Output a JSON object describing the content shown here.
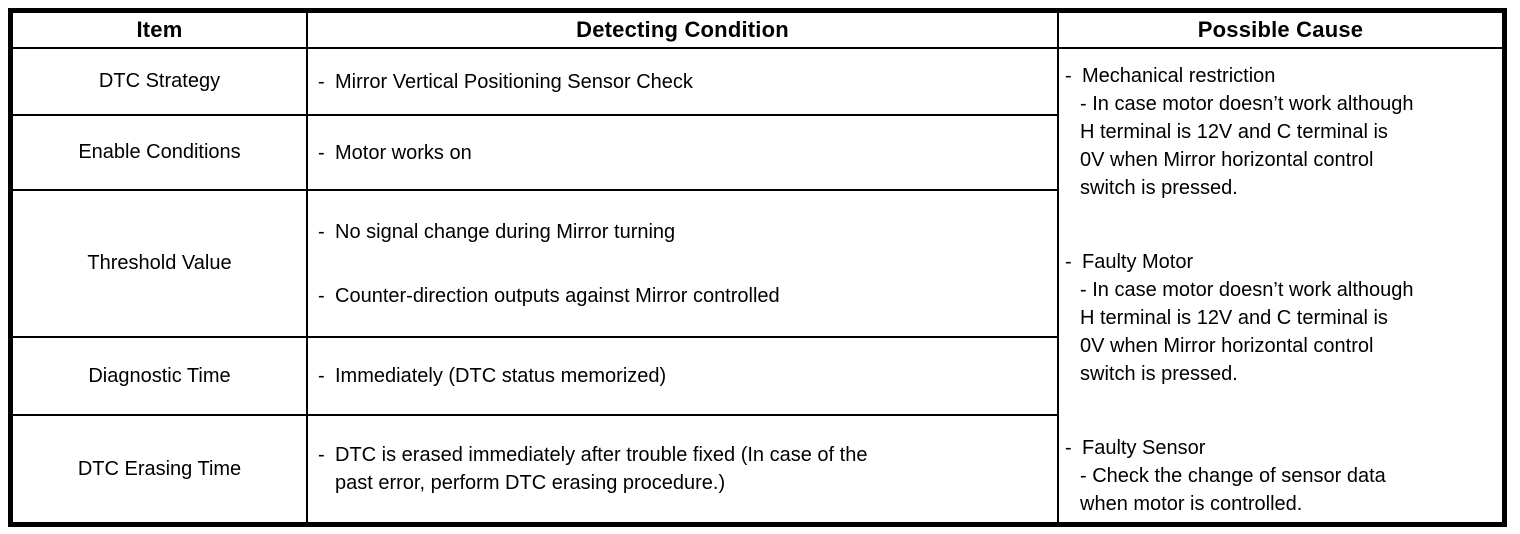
{
  "header": {
    "item": "Item",
    "detecting": "Detecting Condition",
    "cause": "Possible Cause"
  },
  "rows": [
    {
      "item": "DTC Strategy",
      "conditions": [
        {
          "marker": "-",
          "text": "Mirror Vertical Positioning Sensor Check"
        }
      ]
    },
    {
      "item": "Enable Conditions",
      "conditions": [
        {
          "marker": "-",
          "text": "Motor works on"
        }
      ]
    },
    {
      "item": "Threshold Value",
      "conditions": [
        {
          "marker": "-",
          "text": "No signal change during Mirror turning"
        },
        {
          "marker": "-",
          "text": "Counter-direction outputs against Mirror controlled"
        }
      ]
    },
    {
      "item": "Diagnostic Time",
      "conditions": [
        {
          "marker": "-",
          "text": "Immediately (DTC status memorized)"
        }
      ]
    },
    {
      "item": "DTC Erasing Time",
      "conditions": [
        {
          "marker": "-",
          "text": "DTC is erased immediately after trouble fixed (In case of the\npast error, perform DTC erasing procedure.)"
        }
      ]
    }
  ],
  "causes": [
    {
      "marker": "-",
      "title": "Mechanical restriction",
      "detail": "- In case motor doesn’t work although\nH terminal is 12V and C terminal is\n0V when Mirror horizontal control\nswitch is pressed."
    },
    {
      "marker": "-",
      "title": "Faulty Motor",
      "detail": "- In case motor doesn’t work although\nH terminal is 12V and C terminal is\n0V when Mirror horizontal control\nswitch is pressed."
    },
    {
      "marker": "-",
      "title": "Faulty Sensor",
      "detail": "- Check the change of sensor data\nwhen motor is controlled."
    }
  ]
}
